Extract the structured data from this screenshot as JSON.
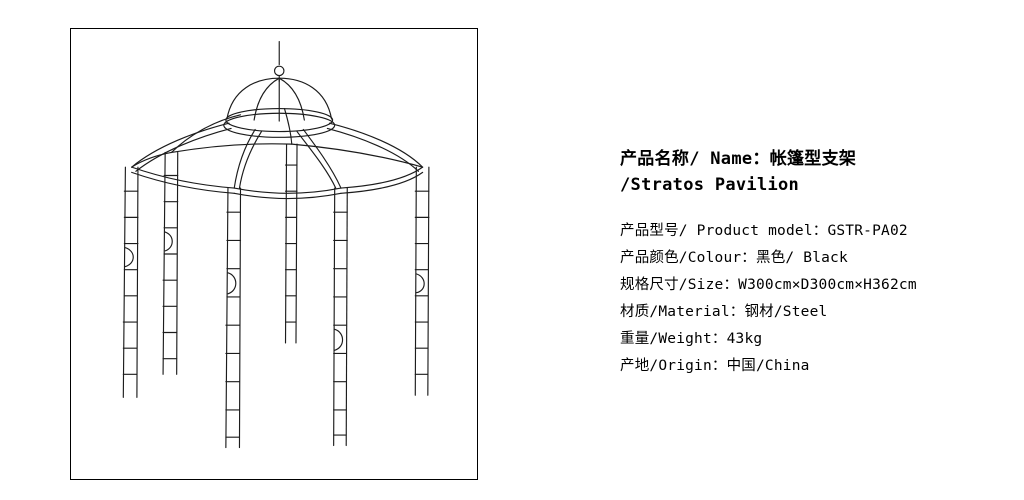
{
  "page": {
    "background_color": "#ffffff",
    "text_color": "#000000"
  },
  "product_image": {
    "description": "black-and-white wireframe line drawing of a tent-shaped metal pavilion frame with dome finial top and lattice ladder legs",
    "frame_border_color": "#000000",
    "line_color": "#1c1c1c"
  },
  "product_info": {
    "title_line1": "产品名称/ Name：帐篷型支架",
    "title_line2": "/Stratos Pavilion",
    "specs": [
      "产品型号/ Product model：GSTR-PA02",
      "产品颜色/Colour：黑色/ Black",
      "规格尺寸/Size：W300cm×D300cm×H362cm",
      "材质/Material：钢材/Steel",
      "重量/Weight：43kg",
      "产地/Origin：中国/China"
    ]
  }
}
